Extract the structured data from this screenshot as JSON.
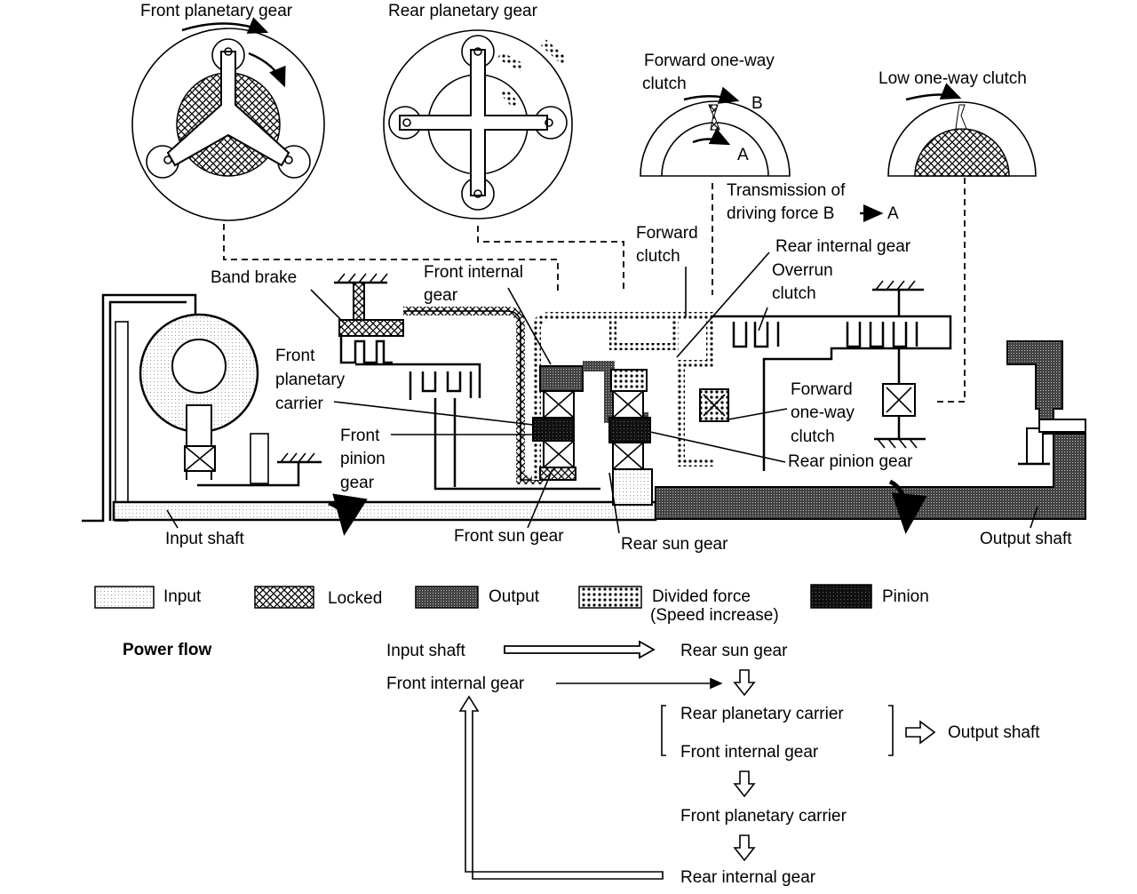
{
  "diagram": {
    "top_views": {
      "front_planetary_gear": "Front planetary gear",
      "rear_planetary_gear": "Rear planetary gear",
      "forward_one_way_clutch": [
        "Forward one-way",
        "clutch"
      ],
      "low_one_way_clutch": "Low one-way clutch",
      "clutch_B": "B",
      "clutch_A": "A",
      "transmission_note": [
        "Transmission of",
        "driving force B",
        "A"
      ]
    },
    "callouts": {
      "band_brake": "Band brake",
      "front_internal_gear": [
        "Front internal",
        "gear"
      ],
      "forward_clutch": [
        "Forward",
        "clutch"
      ],
      "rear_internal_gear": "Rear internal gear",
      "overrun_clutch": [
        "Overrun",
        "clutch"
      ],
      "front_planetary_carrier": [
        "Front",
        "planetary",
        "carrier"
      ],
      "front_pinion_gear": [
        "Front",
        "pinion",
        "gear"
      ],
      "forward_one_way_clutch": [
        "Forward",
        "one-way",
        "clutch"
      ],
      "rear_pinion_gear": "Rear pinion gear",
      "input_shaft": "Input shaft",
      "front_sun_gear": "Front sun gear",
      "rear_sun_gear": "Rear sun gear",
      "output_shaft": "Output shaft"
    },
    "legend": [
      {
        "key": "input",
        "label": "Input"
      },
      {
        "key": "locked",
        "label": "Locked"
      },
      {
        "key": "output",
        "label": "Output"
      },
      {
        "key": "divided",
        "label": "Divided force",
        "sublabel": "(Speed increase)"
      },
      {
        "key": "pinion",
        "label": "Pinion"
      }
    ],
    "power_flow": {
      "title": "Power flow",
      "input_shaft": "Input shaft",
      "rear_sun_gear": "Rear sun gear",
      "front_internal_gear": "Front internal gear",
      "rear_planetary_carrier": "Rear planetary carrier",
      "front_internal_gear_2": "Front internal gear",
      "output_shaft": "Output shaft",
      "front_planetary_carrier": "Front planetary carrier",
      "rear_internal_gear": "Rear internal gear"
    }
  }
}
